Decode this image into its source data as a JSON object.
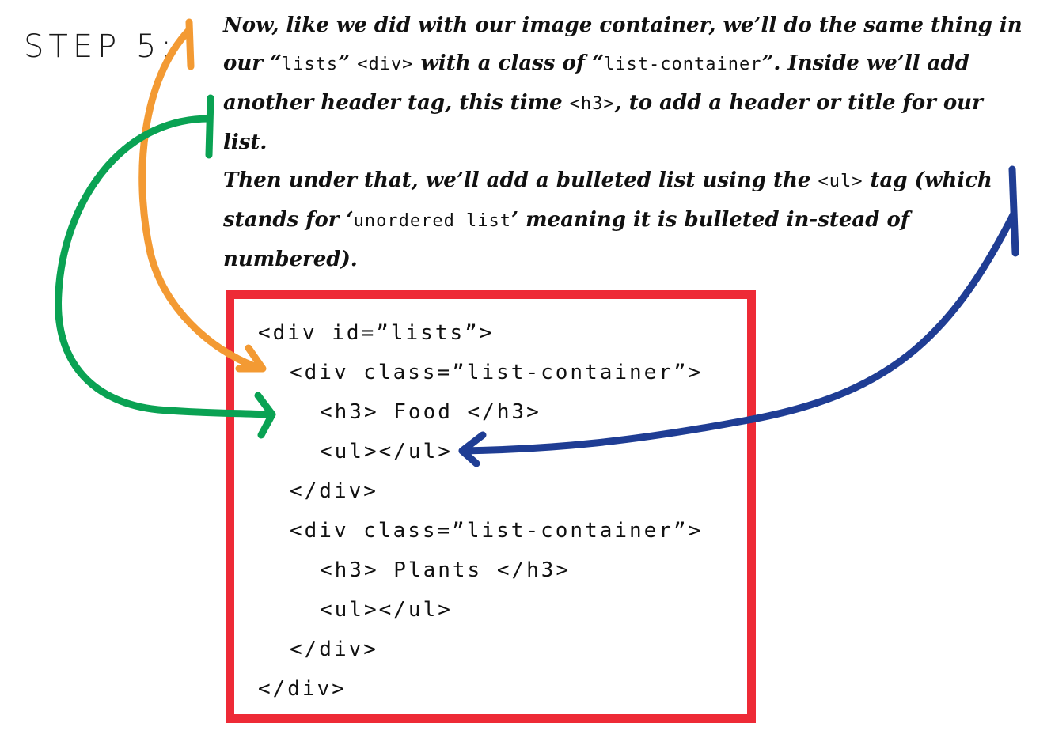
{
  "step_label": "STEP 5:",
  "instructions": {
    "p1_a": "Now, like we did with our image container, we’ll do the same thing in our “",
    "p1_code1": "lists",
    "p1_b": "” ",
    "p1_code2": "<div>",
    "p1_c": " with a class of “",
    "p1_code3": "list-container",
    "p1_d": "”. Inside we’ll add another header tag, this time ",
    "p1_code4": "<h3>",
    "p1_e": ", to add a header or title for our list.",
    "p2_a": "Then under that, we’ll add a bulleted list using the ",
    "p2_code1": "<ul>",
    "p2_b": " tag (which stands for ‘",
    "p2_code2": "unordered list",
    "p2_c": "’ meaning it is bulleted in-stead of numbered)."
  },
  "code_lines": [
    "<div id=”lists”>",
    "<div class=”list-container”>",
    "<h3> Food </h3>",
    "<ul></ul>",
    "</div>",
    "<div class=”list-container”>",
    "<h3> Plants </h3>",
    "<ul></ul>",
    "</div>",
    "</div>"
  ],
  "colors": {
    "box_border": "#ee2a36",
    "arrow_orange": "#f39a33",
    "arrow_green": "#0aa253",
    "arrow_blue": "#1f3d94"
  }
}
